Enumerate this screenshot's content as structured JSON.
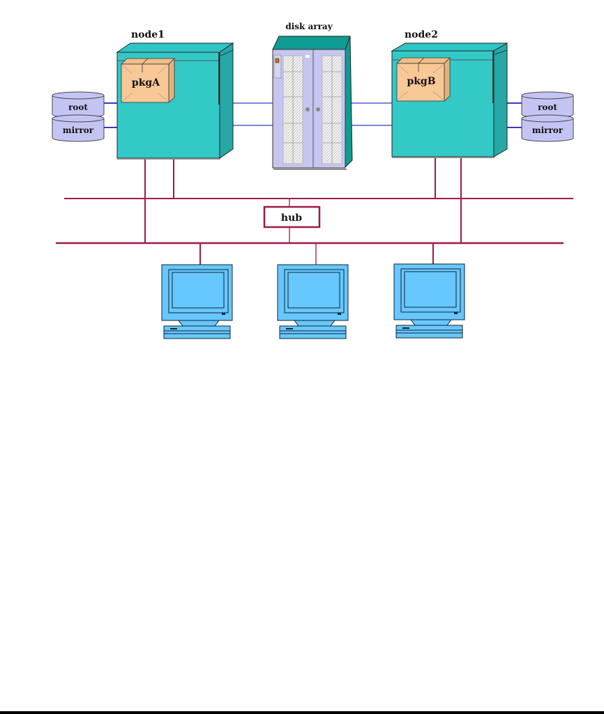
{
  "diagram": {
    "title": "Two-node cluster with shared disk array and hub",
    "nodes": [
      {
        "id": "node1",
        "label": "node1",
        "package": "pkgA",
        "disks": [
          "root",
          "mirror"
        ]
      },
      {
        "id": "node2",
        "label": "node2",
        "package": "pkgB",
        "disks": [
          "root",
          "mirror"
        ]
      }
    ],
    "storage": {
      "label": "disk array"
    },
    "hub": {
      "label": "hub"
    },
    "clients": [
      {
        "id": "client1",
        "icon": "workstation-icon"
      },
      {
        "id": "client2",
        "icon": "workstation-icon"
      },
      {
        "id": "client3",
        "icon": "workstation-icon"
      }
    ],
    "colors": {
      "node_body": "#33C9C7",
      "package": "#F8C896",
      "disk": "#C4C4F4",
      "disk_array": "#C6C6F0",
      "lan": "#A0174A",
      "scsi": "#3838C8",
      "client": "#66C8FF"
    }
  }
}
